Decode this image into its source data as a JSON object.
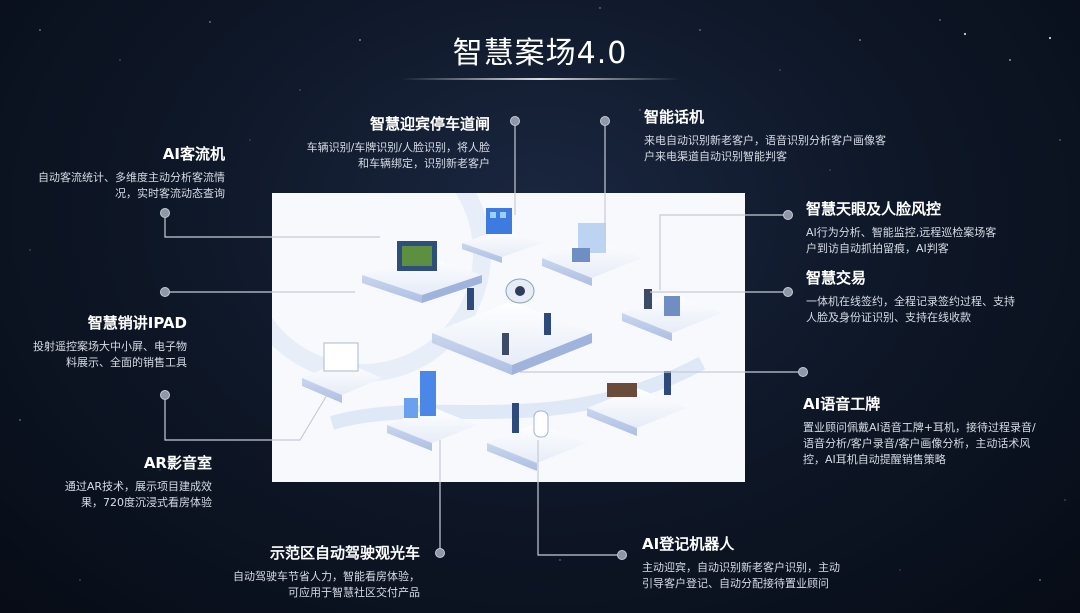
{
  "title": "智慧案场4.0",
  "features": {
    "ai_traffic": {
      "title": "AI客流机",
      "desc": "自动客流统计、多维度主动分析客流情况，实时客流动态查询"
    },
    "parking_gate": {
      "title": "智慧迎宾停车道闸",
      "desc": "车辆识别/车牌识别/人脸识别，将人脸和车辆绑定，识别新老客户"
    },
    "smart_phone": {
      "title": "智能话机",
      "desc": "来电自动识别新老客户，语音识别分析客户画像客户来电渠道自动识别智能判客"
    },
    "skyeye": {
      "title": "智慧天眼及人脸风控",
      "desc": "AI行为分析、智能监控,远程巡检案场客户到访自动抓拍留痕，AI判客"
    },
    "smart_trade": {
      "title": "智慧交易",
      "desc": "一体机在线签约，全程记录签约过程、支持人脸及身份证识别、支持在线收款"
    },
    "sales_ipad": {
      "title": "智慧销讲IPAD",
      "desc": "投射遥控案场大中小屏、电子物料展示、全面的销售工具"
    },
    "ai_voice_badge": {
      "title": "AI语音工牌",
      "desc": "置业顾问佩戴AI语音工牌+耳机，接待过程录音/语音分析/客户录音/客户画像分析，主动话术风控，AI耳机自动提醒销售策略"
    },
    "ar_room": {
      "title": "AR影音室",
      "desc": "通过AR技术，展示项目建成效果，720度沉浸式看房体验"
    },
    "auto_car": {
      "title": "示范区自动驾驶观光车",
      "desc": "自动驾驶车节省人力，智能看房体验，可应用于智慧社区交付产品"
    },
    "ai_robot": {
      "title": "AI登记机器人",
      "desc": "主动迎宾，自动识别新老客户识别，主动引导客户登记、自动分配接待置业顾问"
    }
  },
  "colors": {
    "background": "#0f1829",
    "connector": "#c5cbd6",
    "dot": "#8f98a8",
    "panel": "#f7f9fd"
  }
}
